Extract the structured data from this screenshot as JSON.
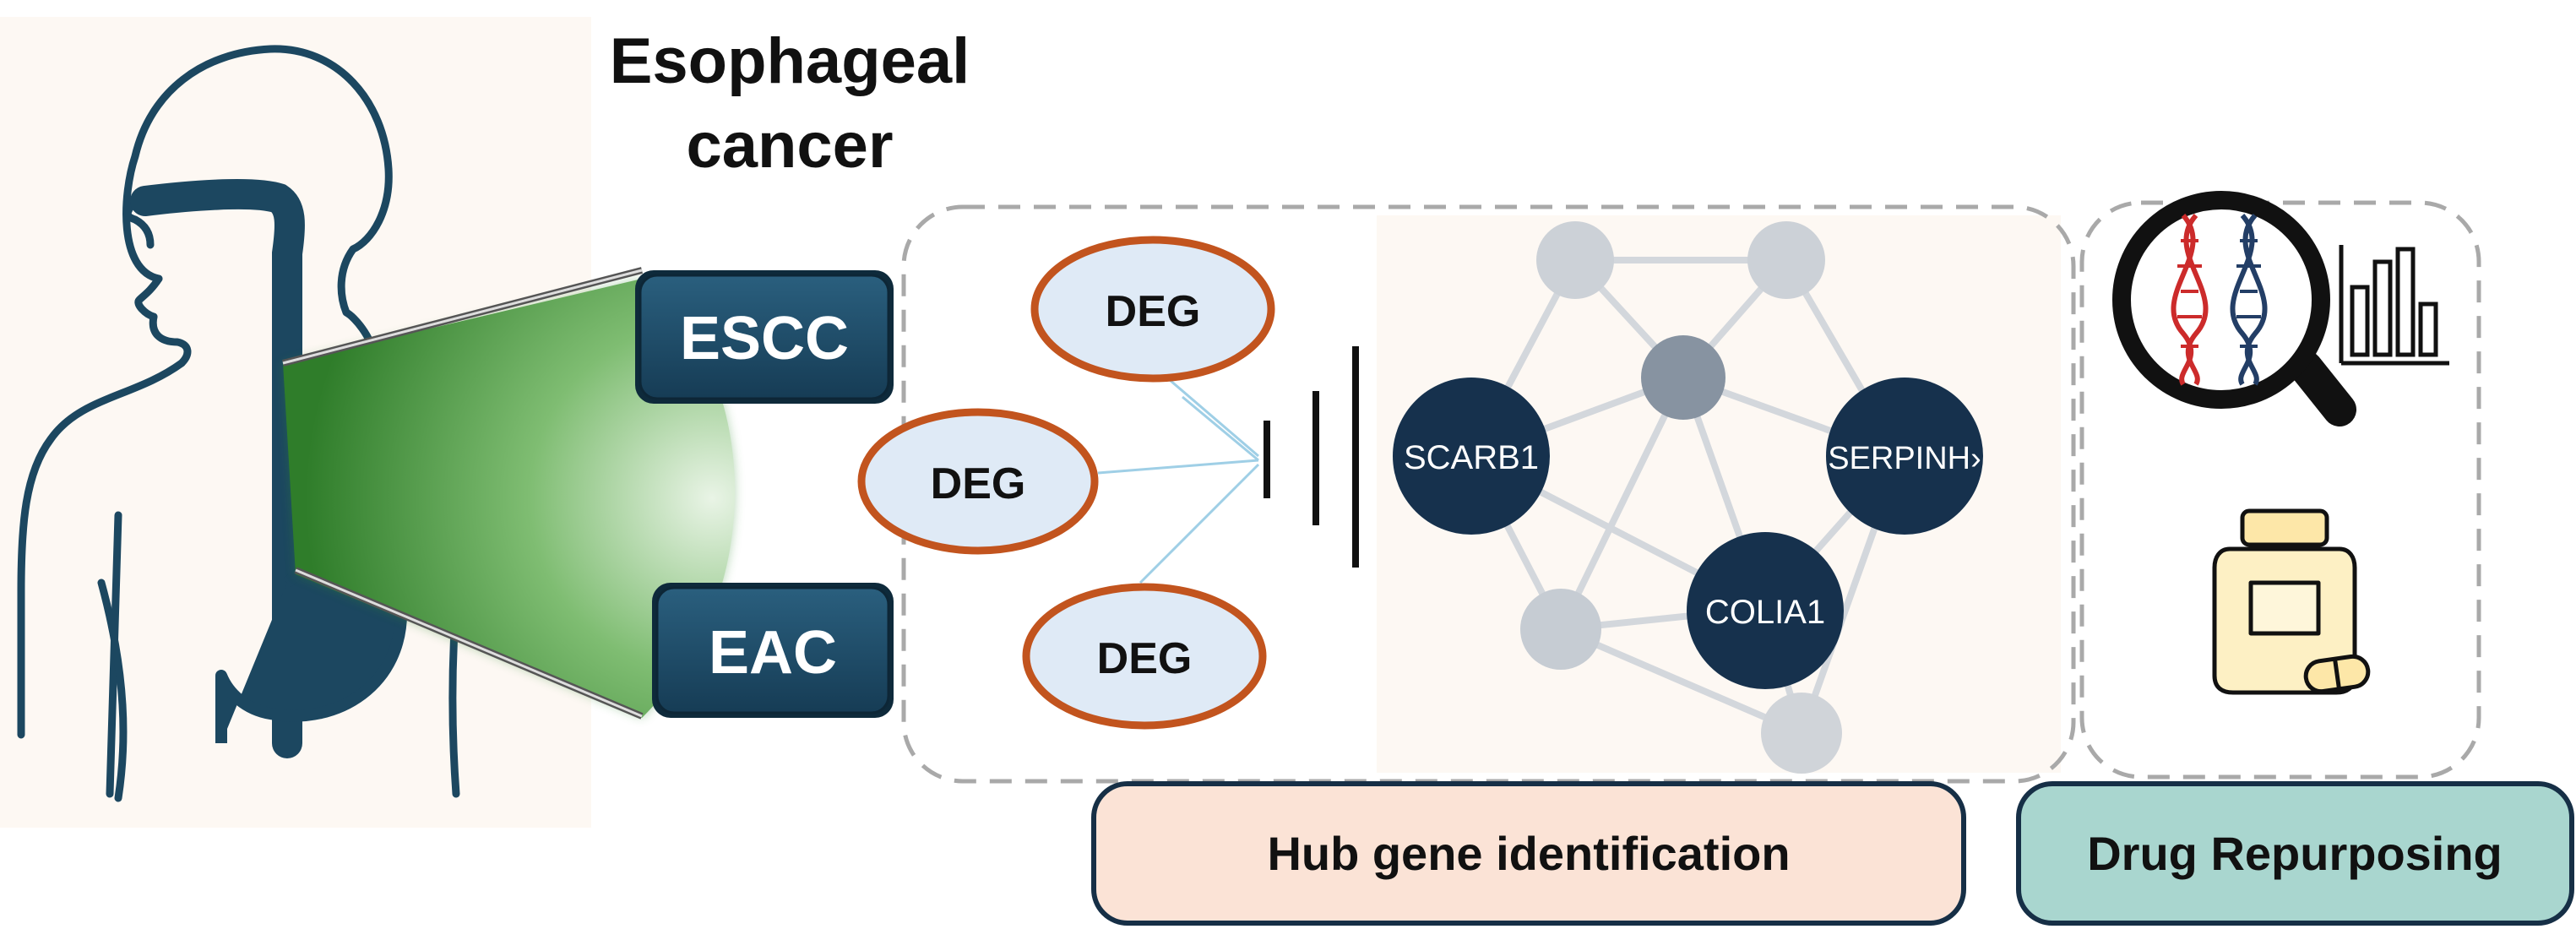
{
  "title": {
    "line1": "Esophageal",
    "line2": "cancer"
  },
  "subtypes": {
    "escc": "ESCC",
    "eac": "EAC"
  },
  "deg_nodes": {
    "top": "DEG",
    "middle": "DEG",
    "bottom": "DEG"
  },
  "hub_genes": {
    "scarb1": "SCARB1",
    "serpinh": "SERPINH›",
    "colia1": "COLIA1"
  },
  "captions": {
    "hub_gene": "Hub gene identification",
    "drug": "Drug Repurposing"
  },
  "icons": {
    "body": "human-silhouette-icon",
    "dna_search": "dna-magnifier-icon",
    "bars": "bar-chart-icon",
    "pills": "pill-bottle-icon"
  },
  "colors": {
    "navy": "#1c4760",
    "dark_node": "#16314d",
    "deg_fill": "#dfeaf6",
    "deg_border": "#c2541e",
    "hub_caption_fill": "#fbe3d6",
    "drug_caption_fill": "#a9d6cf",
    "green_beam": "#2f8a2f",
    "pill_yellow": "#fde7a8"
  }
}
